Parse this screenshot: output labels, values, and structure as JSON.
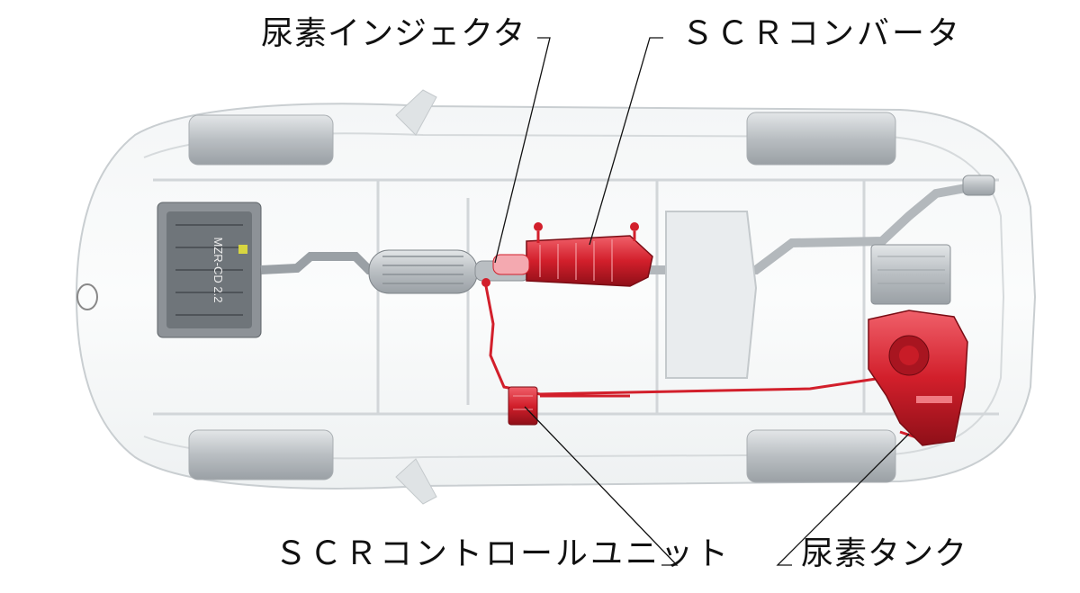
{
  "diagram": {
    "labels": {
      "urea_injector": "尿素インジェクタ",
      "scr_converter": "ＳＣＲコンバータ",
      "scr_control_unit": "ＳＣＲコントロールユニット",
      "urea_tank": "尿素タンク"
    },
    "engine_marking": "MZR-CD 2.2",
    "colors": {
      "highlight_red": "#d21f2b",
      "body_gray": "#d6dadc",
      "line": "#111111"
    }
  }
}
